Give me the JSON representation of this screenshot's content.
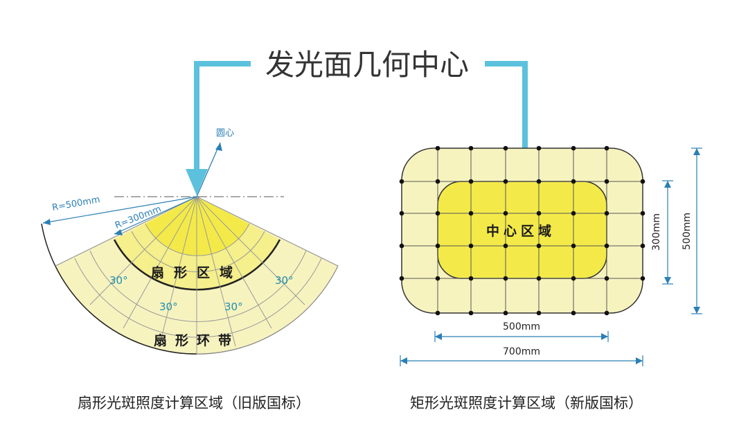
{
  "title": "发光面几何中心",
  "colors": {
    "arrow": "#5bc1dd",
    "outer_fill": "#f7f3bf",
    "mid_fill": "#f5ef8c",
    "inner_fill": "#f3ea4a",
    "dim_line": "#2a7fb5",
    "outline": "#222222"
  },
  "sector": {
    "center_label": "圆心",
    "outer_radius_label": "R=500mm",
    "inner_radius_label": "R=300mm",
    "region_label": "扇形区域",
    "ring_label": "扇形环带",
    "angle_labels": [
      "30°",
      "30°",
      "30°",
      "30°"
    ],
    "caption": "扇形光斑照度计算区域（旧版国标）"
  },
  "rect": {
    "region_label": "中心区域",
    "inner_width_label": "500mm",
    "outer_width_label": "700mm",
    "inner_height_label": "300mm",
    "outer_height_label": "500mm",
    "caption": "矩形光斑照度计算区域（新版国标）"
  }
}
